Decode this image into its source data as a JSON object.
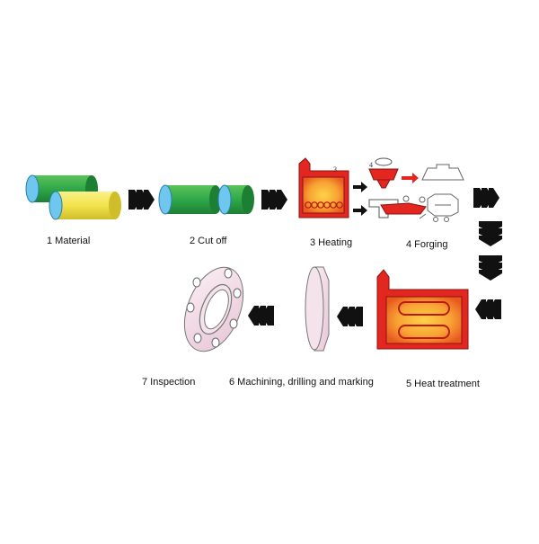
{
  "steps": [
    {
      "label": "1 Material"
    },
    {
      "label": "2 Cut off"
    },
    {
      "label": "3 Heating"
    },
    {
      "label": "4 Forging"
    },
    {
      "label": "5 Heat treatment"
    },
    {
      "label": "6 Machining, drilling and marking"
    },
    {
      "label": "7 Inspection"
    }
  ],
  "furnace_number": "3",
  "forging_number": "4",
  "colors": {
    "green": "#2fa84a",
    "yellow": "#f2e34c",
    "blue": "#6fc6ee",
    "red": "#e3261f",
    "orange": "#f7a233",
    "pink": "#f3dbe6",
    "arrow": "#111111"
  }
}
